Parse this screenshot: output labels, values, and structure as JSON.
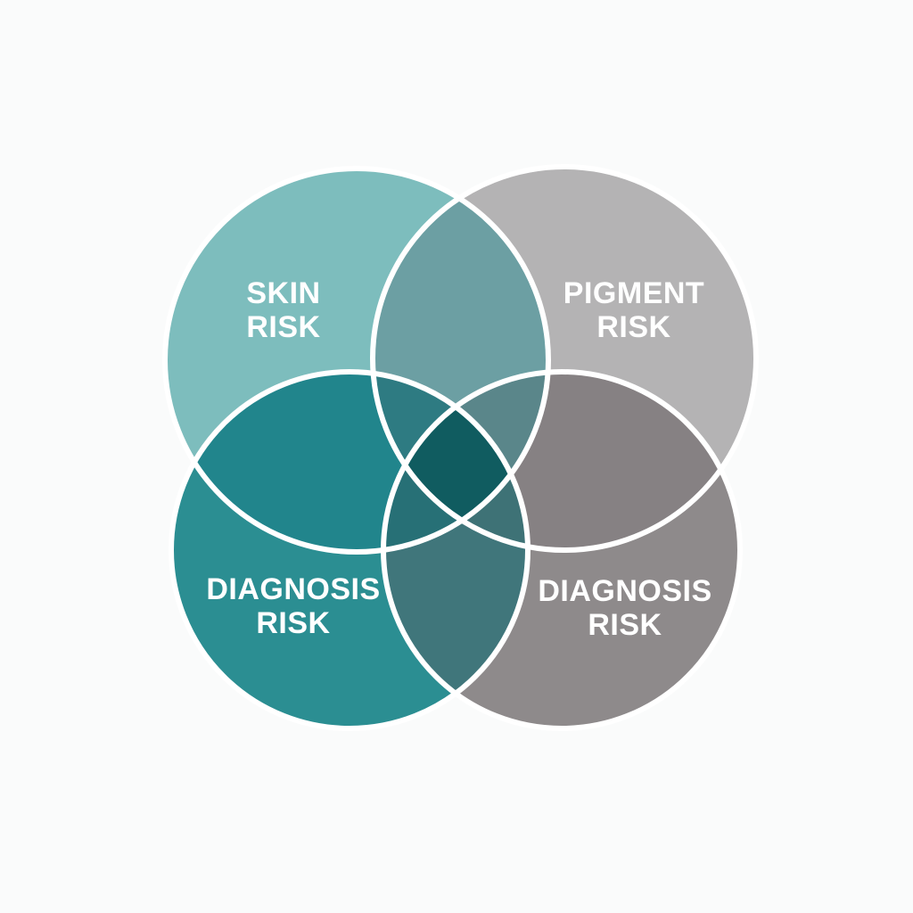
{
  "background": "#fafbfb",
  "stroke": {
    "color": "#ffffff",
    "width": 6
  },
  "text_color": "#ffffff",
  "circles": {
    "top_left": {
      "label_line1": "SKIN",
      "label_line2": "RISK",
      "color": "#7dbdbd"
    },
    "top_right": {
      "label_line1": "PIGMENT",
      "label_line2": "RISK",
      "color": "#b4b3b4"
    },
    "bottom_left": {
      "label_line1": "DIAGNOSIS",
      "label_line2": "RISK",
      "color": "#2b8e92"
    },
    "bottom_right": {
      "label_line1": "DIAGNOSIS",
      "label_line2": "RISK",
      "color": "#8e8a8b"
    }
  },
  "overlaps": {
    "top": "#6c9fa3",
    "left": "#21858c",
    "right": "#868183",
    "bottom": "#40767b",
    "triple_top_left": "#2e7b82",
    "triple_top_right": "#5a868a",
    "triple_bottom_left": "#277076",
    "triple_bottom_right": "#3e7276",
    "center": "#105c60"
  }
}
